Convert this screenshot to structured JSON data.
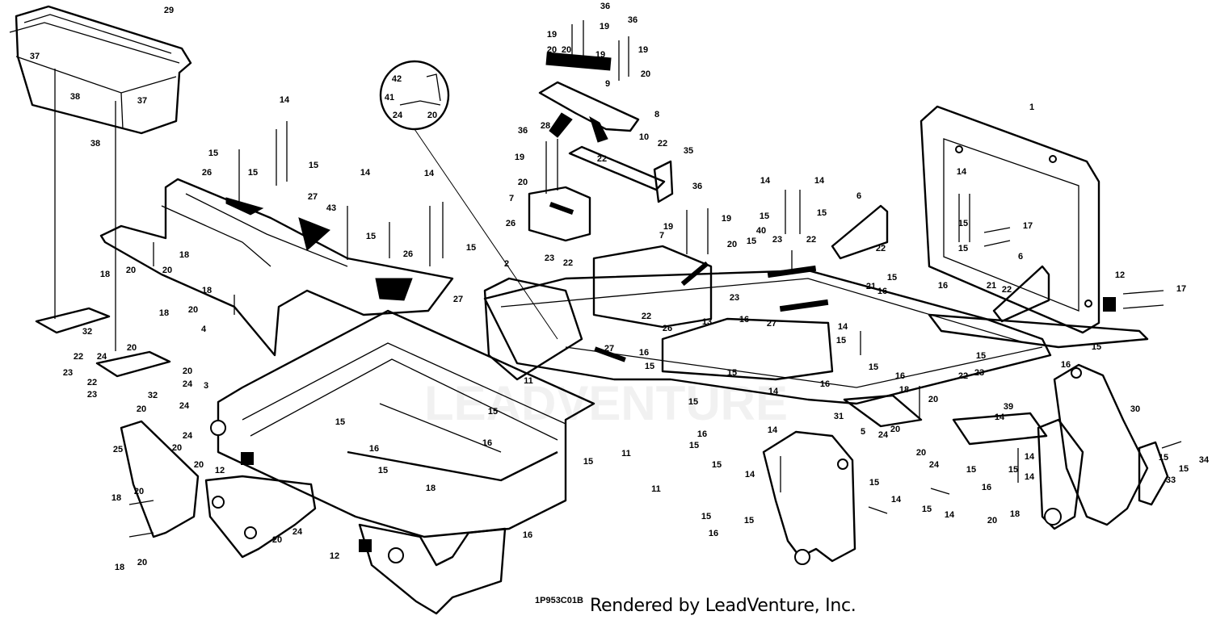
{
  "diagram": {
    "drawing_code": "1P953C01B",
    "credit": "Rendered by LeadVenture, Inc.",
    "watermark": "LEADVENTURE",
    "callouts": [
      {
        "id": "c29",
        "label": "29"
      },
      {
        "id": "c37a",
        "label": "37"
      },
      {
        "id": "c38a",
        "label": "38"
      },
      {
        "id": "c37b",
        "label": "37"
      },
      {
        "id": "c38b",
        "label": "38"
      },
      {
        "id": "c1",
        "label": "1"
      },
      {
        "id": "c36a",
        "label": "36"
      },
      {
        "id": "c36b",
        "label": "36"
      },
      {
        "id": "c19a",
        "label": "19"
      },
      {
        "id": "c19b",
        "label": "19"
      },
      {
        "id": "c20a",
        "label": "20"
      },
      {
        "id": "c20b",
        "label": "20"
      },
      {
        "id": "c19c",
        "label": "19"
      },
      {
        "id": "c19d",
        "label": "19"
      },
      {
        "id": "c20c",
        "label": "20"
      },
      {
        "id": "c9",
        "label": "9"
      },
      {
        "id": "c8",
        "label": "8"
      },
      {
        "id": "c28",
        "label": "28"
      },
      {
        "id": "c10",
        "label": "10"
      },
      {
        "id": "c22a",
        "label": "22"
      },
      {
        "id": "c22b",
        "label": "22"
      },
      {
        "id": "c35",
        "label": "35"
      },
      {
        "id": "c42",
        "label": "42"
      },
      {
        "id": "c41",
        "label": "41"
      },
      {
        "id": "c24a",
        "label": "24"
      },
      {
        "id": "c20d",
        "label": "20"
      },
      {
        "id": "c36c",
        "label": "36"
      },
      {
        "id": "c19e",
        "label": "19"
      },
      {
        "id": "c20e",
        "label": "20"
      },
      {
        "id": "c7a",
        "label": "7"
      },
      {
        "id": "c26a",
        "label": "26"
      },
      {
        "id": "c23a",
        "label": "23"
      },
      {
        "id": "c22c",
        "label": "22"
      },
      {
        "id": "c14a",
        "label": "14"
      },
      {
        "id": "c15a",
        "label": "15"
      },
      {
        "id": "c15b",
        "label": "15"
      },
      {
        "id": "c15c",
        "label": "15"
      },
      {
        "id": "c26b",
        "label": "26"
      },
      {
        "id": "c27a",
        "label": "27"
      },
      {
        "id": "c43",
        "label": "43"
      },
      {
        "id": "c14b",
        "label": "14"
      },
      {
        "id": "c15d",
        "label": "15"
      },
      {
        "id": "c14c",
        "label": "14"
      },
      {
        "id": "c15e",
        "label": "15"
      },
      {
        "id": "c26c",
        "label": "26"
      },
      {
        "id": "c27b",
        "label": "27"
      },
      {
        "id": "c18a",
        "label": "18"
      },
      {
        "id": "c20f",
        "label": "20"
      },
      {
        "id": "c18b",
        "label": "18"
      },
      {
        "id": "c20g",
        "label": "20"
      },
      {
        "id": "c18c",
        "label": "18"
      },
      {
        "id": "c20h",
        "label": "20"
      },
      {
        "id": "c18d",
        "label": "18"
      },
      {
        "id": "c4",
        "label": "4"
      },
      {
        "id": "c22d",
        "label": "22"
      },
      {
        "id": "c24b",
        "label": "24"
      },
      {
        "id": "c20i",
        "label": "20"
      },
      {
        "id": "c23b",
        "label": "23"
      },
      {
        "id": "c22e",
        "label": "22"
      },
      {
        "id": "c32a",
        "label": "32"
      },
      {
        "id": "c23c",
        "label": "23"
      },
      {
        "id": "c20j",
        "label": "20"
      },
      {
        "id": "c24c",
        "label": "24"
      },
      {
        "id": "c32b",
        "label": "32"
      },
      {
        "id": "c3",
        "label": "3"
      },
      {
        "id": "c24d",
        "label": "24"
      },
      {
        "id": "c20k",
        "label": "20"
      },
      {
        "id": "c20l",
        "label": "20"
      },
      {
        "id": "c24e",
        "label": "24"
      },
      {
        "id": "c25",
        "label": "25"
      },
      {
        "id": "c20m",
        "label": "20"
      },
      {
        "id": "c12a",
        "label": "12"
      },
      {
        "id": "c18e",
        "label": "18"
      },
      {
        "id": "c20n",
        "label": "20"
      },
      {
        "id": "c18f",
        "label": "18"
      },
      {
        "id": "c20o",
        "label": "20"
      },
      {
        "id": "c20p",
        "label": "20"
      },
      {
        "id": "c24f",
        "label": "24"
      },
      {
        "id": "c12b",
        "label": "12"
      },
      {
        "id": "c15f",
        "label": "15"
      },
      {
        "id": "c16a",
        "label": "16"
      },
      {
        "id": "c15g",
        "label": "15"
      },
      {
        "id": "c18g",
        "label": "18"
      },
      {
        "id": "c15h",
        "label": "15"
      },
      {
        "id": "c16b",
        "label": "16"
      },
      {
        "id": "c2",
        "label": "2"
      },
      {
        "id": "c11a",
        "label": "11"
      },
      {
        "id": "c15i",
        "label": "15"
      },
      {
        "id": "c16c",
        "label": "16"
      },
      {
        "id": "c11b",
        "label": "11"
      },
      {
        "id": "c27c",
        "label": "27"
      },
      {
        "id": "c16d",
        "label": "16"
      },
      {
        "id": "c15j",
        "label": "15"
      },
      {
        "id": "c15k",
        "label": "15"
      },
      {
        "id": "c14d",
        "label": "14"
      },
      {
        "id": "c15l",
        "label": "15"
      },
      {
        "id": "c14e",
        "label": "14"
      },
      {
        "id": "c15m",
        "label": "15"
      },
      {
        "id": "c11c",
        "label": "11"
      },
      {
        "id": "c15n",
        "label": "15"
      },
      {
        "id": "c16e",
        "label": "16"
      },
      {
        "id": "c15o",
        "label": "15"
      },
      {
        "id": "c16f",
        "label": "16"
      },
      {
        "id": "c7b",
        "label": "7"
      },
      {
        "id": "c22f",
        "label": "22"
      },
      {
        "id": "c26d",
        "label": "26"
      },
      {
        "id": "c13",
        "label": "13"
      },
      {
        "id": "c23d",
        "label": "23"
      },
      {
        "id": "c36d",
        "label": "36"
      },
      {
        "id": "c19f",
        "label": "19"
      },
      {
        "id": "c19g",
        "label": "19"
      },
      {
        "id": "c20q",
        "label": "20"
      },
      {
        "id": "c14f",
        "label": "14"
      },
      {
        "id": "c14g",
        "label": "14"
      },
      {
        "id": "c15p",
        "label": "15"
      },
      {
        "id": "c15q",
        "label": "15"
      },
      {
        "id": "c40",
        "label": "40"
      },
      {
        "id": "c15r",
        "label": "15"
      },
      {
        "id": "c23e",
        "label": "23"
      },
      {
        "id": "c22g",
        "label": "22"
      },
      {
        "id": "c16g",
        "label": "16"
      },
      {
        "id": "c27d",
        "label": "27"
      },
      {
        "id": "c6a",
        "label": "6"
      },
      {
        "id": "c22h",
        "label": "22"
      },
      {
        "id": "c21a",
        "label": "21"
      },
      {
        "id": "c14h",
        "label": "14"
      },
      {
        "id": "c15s",
        "label": "15"
      },
      {
        "id": "c16h",
        "label": "16"
      },
      {
        "id": "c15t",
        "label": "15"
      },
      {
        "id": "c16i",
        "label": "16"
      },
      {
        "id": "c14i",
        "label": "14"
      },
      {
        "id": "c15u",
        "label": "15"
      },
      {
        "id": "c17a",
        "label": "17"
      },
      {
        "id": "c15v",
        "label": "15"
      },
      {
        "id": "c6b",
        "label": "6"
      },
      {
        "id": "c21b",
        "label": "21"
      },
      {
        "id": "c22i",
        "label": "22"
      },
      {
        "id": "c12c",
        "label": "12"
      },
      {
        "id": "c17b",
        "label": "17"
      },
      {
        "id": "c16j",
        "label": "16"
      },
      {
        "id": "c15w",
        "label": "15"
      },
      {
        "id": "c16k",
        "label": "16"
      },
      {
        "id": "c15x",
        "label": "15"
      },
      {
        "id": "c22j",
        "label": "22"
      },
      {
        "id": "c23f",
        "label": "23"
      },
      {
        "id": "c16l",
        "label": "16"
      },
      {
        "id": "c15y",
        "label": "15"
      },
      {
        "id": "c18h",
        "label": "18"
      },
      {
        "id": "c20r",
        "label": "20"
      },
      {
        "id": "c39",
        "label": "39"
      },
      {
        "id": "c31",
        "label": "31"
      },
      {
        "id": "c24g",
        "label": "24"
      },
      {
        "id": "c20s",
        "label": "20"
      },
      {
        "id": "c5",
        "label": "5"
      },
      {
        "id": "c14j",
        "label": "14"
      },
      {
        "id": "c14k",
        "label": "14"
      },
      {
        "id": "c15z",
        "label": "15"
      },
      {
        "id": "c15aa",
        "label": "15"
      },
      {
        "id": "c14l",
        "label": "14"
      },
      {
        "id": "c15ab",
        "label": "15"
      },
      {
        "id": "c14m",
        "label": "14"
      },
      {
        "id": "c20t",
        "label": "20"
      },
      {
        "id": "c24h",
        "label": "24"
      },
      {
        "id": "c15ac",
        "label": "15"
      },
      {
        "id": "c15ad",
        "label": "15"
      },
      {
        "id": "c14n",
        "label": "14"
      },
      {
        "id": "c16m",
        "label": "16"
      },
      {
        "id": "c18i",
        "label": "18"
      },
      {
        "id": "c20u",
        "label": "20"
      },
      {
        "id": "c30",
        "label": "30"
      },
      {
        "id": "c15ae",
        "label": "15"
      },
      {
        "id": "c34",
        "label": "34"
      },
      {
        "id": "c33",
        "label": "33"
      },
      {
        "id": "c15af",
        "label": "15"
      },
      {
        "id": "c14o",
        "label": "14"
      }
    ]
  }
}
